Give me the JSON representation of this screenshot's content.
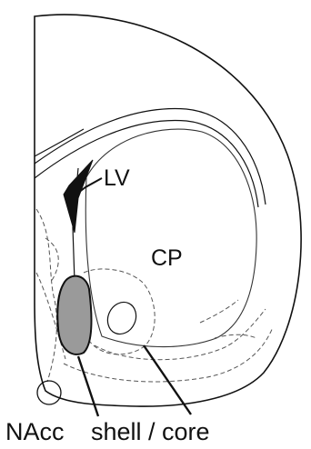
{
  "labels": {
    "lv": "LV",
    "cp": "CP",
    "nacc": "NAcc",
    "shell_core": "shell / core"
  },
  "colors": {
    "outline": "#111111",
    "dashed": "#555555",
    "highlight_fill": "#9a9a9a",
    "background": "#ffffff"
  }
}
